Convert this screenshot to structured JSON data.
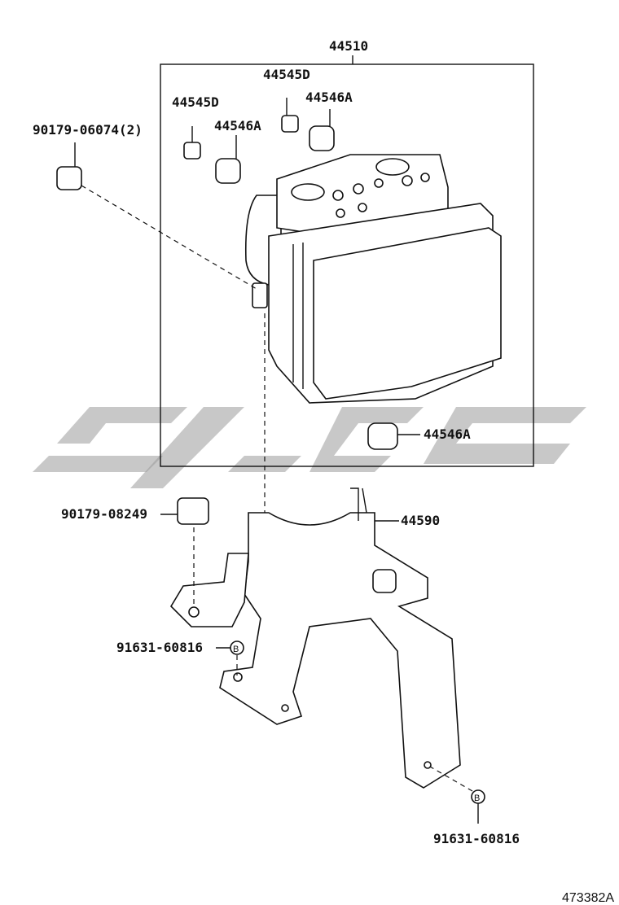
{
  "diagram_number": "473382A",
  "parts": [
    {
      "id": "p44510",
      "label": "44510"
    },
    {
      "id": "p44545d_top",
      "label": "44545D"
    },
    {
      "id": "p44545d_left",
      "label": "44545D"
    },
    {
      "id": "p44546a_top",
      "label": "44546A"
    },
    {
      "id": "p44546a_mid",
      "label": "44546A"
    },
    {
      "id": "p44546a_lower",
      "label": "44546A"
    },
    {
      "id": "p90179_06074",
      "label": "90179-06074(2)"
    },
    {
      "id": "p90179_08249",
      "label": "90179-08249"
    },
    {
      "id": "p44590",
      "label": "44590"
    },
    {
      "id": "p91631_a",
      "label": "91631-60816"
    },
    {
      "id": "p91631_b",
      "label": "91631-60816"
    }
  ],
  "markers": {
    "bolt_marker": "B"
  },
  "colors": {
    "line": "#111111",
    "watermark": "#9a9a9a"
  }
}
